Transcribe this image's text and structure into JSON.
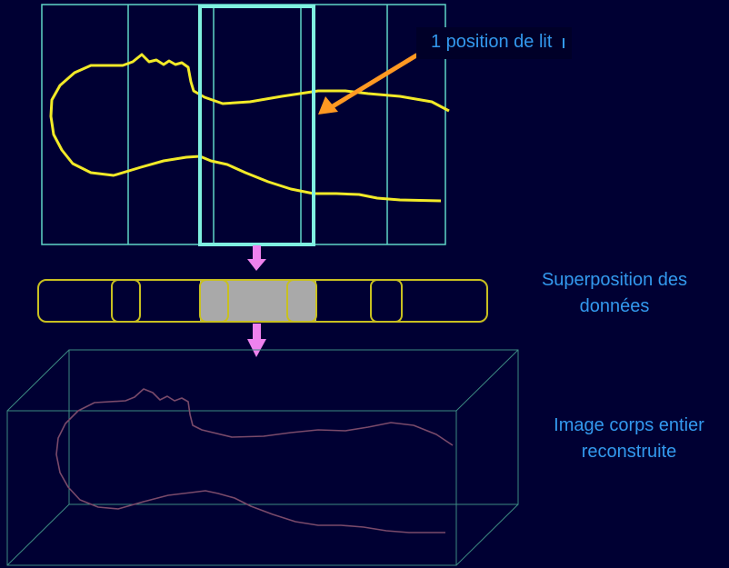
{
  "labels": {
    "bed_position": "1 position de lit",
    "overlap_line1": "Superposition des",
    "overlap_line2": "données",
    "whole_body_line1": "Image corps entier",
    "whole_body_line2": "reconstruite"
  },
  "colors": {
    "background": "#000033",
    "frame_lines": "#5fd6c8",
    "highlight_frame": "#7ff0e0",
    "patient_outline": "#f2ea28",
    "overlap_bar": "#c8c020",
    "overlap_fill": "#a9a9a9",
    "flow_arrow": "#ee82ee",
    "pointer_arrow": "#ff9922",
    "volume_lines": "#3d8a82",
    "reconstructed_outline": "#7a4a6a",
    "label_text": "#3399ee"
  }
}
